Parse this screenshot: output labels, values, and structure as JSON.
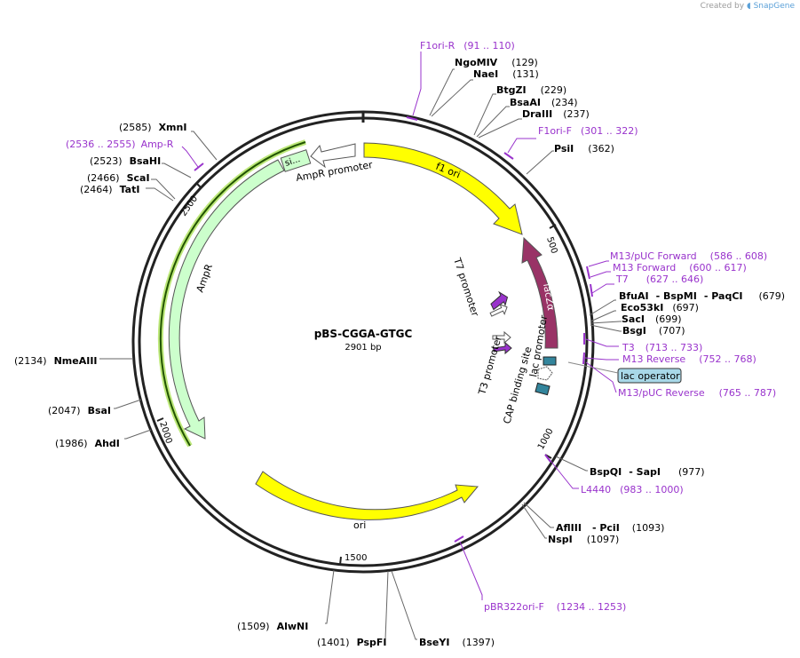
{
  "credit": {
    "prefix": "Created by",
    "logo": "SnapGene"
  },
  "plasmid": {
    "name": "pBS-CGGA-GTGC",
    "length": "2901 bp"
  },
  "colors": {
    "primer": "#9933cc",
    "ring": "#222222",
    "f1ori": "#ffff00",
    "ori": "#ffff00",
    "ampR": "#ccffcc",
    "lacZa": "#993366",
    "promoter_arrow": "#ffffff",
    "cap": "#33859c",
    "lacop": "#a8d8e8"
  },
  "ticks": [
    "500",
    "1000",
    "1500",
    "2000",
    "2500"
  ],
  "features": {
    "f1_ori": "f1 ori",
    "ori": "ori",
    "ampR": "AmpR",
    "ampR_promoter": "AmpR promoter",
    "ampR_signal": "si...",
    "lacZa": "lacZα",
    "lac_promoter": "lac promoter",
    "t7_promoter": "T7 promoter",
    "t3_promoter": "T3 promoter",
    "cap_site": "CAP binding site",
    "lac_operator": "lac operator"
  },
  "primers": [
    {
      "name": "F1ori-R",
      "range": "(91 .. 110)"
    },
    {
      "name": "F1ori-F",
      "range": "(301 .. 322)"
    },
    {
      "name": "M13/pUC Forward",
      "range": "(586 .. 608)"
    },
    {
      "name": "M13 Forward",
      "range": "(600 .. 617)"
    },
    {
      "name": "T7",
      "range": "(627 .. 646)"
    },
    {
      "name": "T3",
      "range": "(713 .. 733)"
    },
    {
      "name": "M13 Reverse",
      "range": "(752 .. 768)"
    },
    {
      "name": "M13/pUC Reverse",
      "range": "(765 .. 787)"
    },
    {
      "name": "L4440",
      "range": "(983 .. 1000)"
    },
    {
      "name": "pBR322ori-F",
      "range": "(1234 .. 1253)"
    },
    {
      "name": "Amp-R",
      "range": "(2536 .. 2555)"
    }
  ],
  "enzymes": [
    {
      "name": "NgoMIV",
      "pos": "(129)"
    },
    {
      "name": "NaeI",
      "pos": "(131)"
    },
    {
      "name": "BtgZI",
      "pos": "(229)"
    },
    {
      "name": "BsaAI",
      "pos": "(234)"
    },
    {
      "name": "DraIII",
      "pos": "(237)"
    },
    {
      "name": "PsiI",
      "pos": "(362)"
    },
    {
      "name": "BfuAI",
      "name2": "- BspMI",
      "name3": "- PaqCI",
      "pos": "(679)"
    },
    {
      "name": "Eco53kI",
      "pos": "(697)"
    },
    {
      "name": "SacI",
      "pos": "(699)"
    },
    {
      "name": "BsgI",
      "pos": "(707)"
    },
    {
      "name": "BspQI",
      "name2": "- SapI",
      "pos": "(977)"
    },
    {
      "name": "AflIII",
      "name2": "- PciI",
      "pos": "(1093)"
    },
    {
      "name": "NspI",
      "pos": "(1097)"
    },
    {
      "name": "BseYI",
      "pos": "(1397)"
    },
    {
      "name": "PspFI",
      "pos": "(1401)"
    },
    {
      "name": "AlwNI",
      "pos": "(1509)"
    },
    {
      "name": "AhdI",
      "pos": "(1986)"
    },
    {
      "name": "BsaI",
      "pos": "(2047)"
    },
    {
      "name": "NmeAIII",
      "pos": "(2134)"
    },
    {
      "name": "TatI",
      "pos": "(2464)"
    },
    {
      "name": "ScaI",
      "pos": "(2466)"
    },
    {
      "name": "BsaHI",
      "pos": "(2523)"
    },
    {
      "name": "XmnI",
      "pos": "(2585)"
    }
  ]
}
